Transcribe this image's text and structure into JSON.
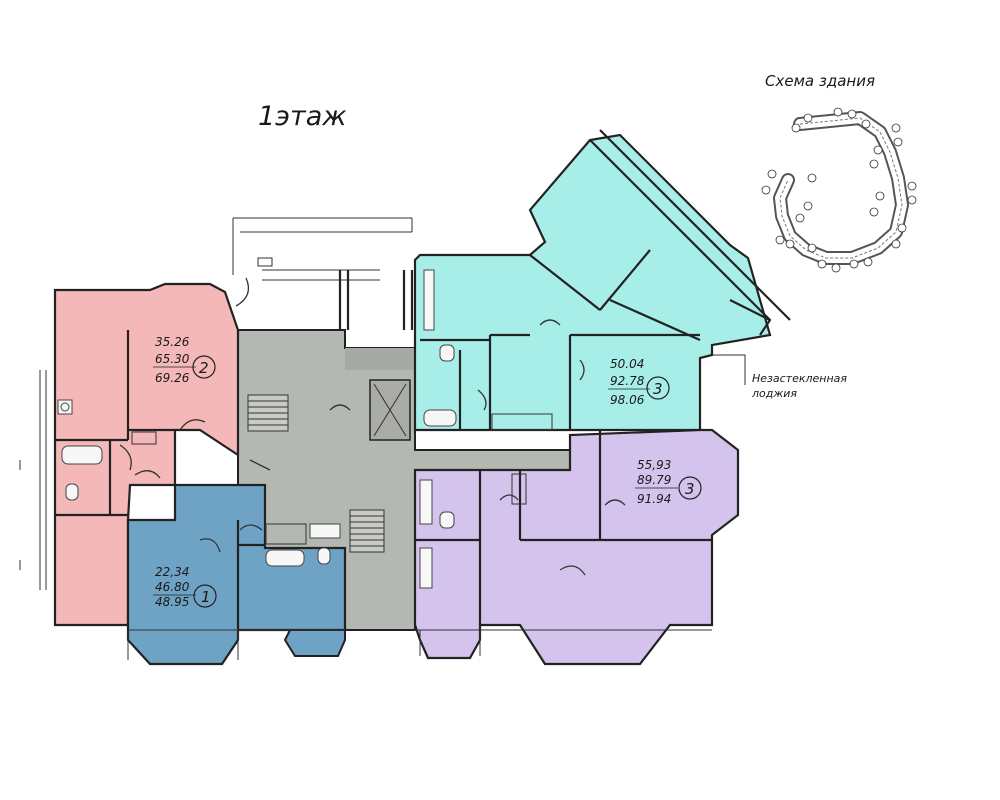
{
  "floor_title": "1этаж",
  "scheme": {
    "title": "Схема здания"
  },
  "loggia_label": {
    "line1": "Незастекленная",
    "line2": "лоджия"
  },
  "colors": {
    "pink": "#f4b8b8",
    "blue": "#6fa3c6",
    "teal": "#a8eee8",
    "lilac": "#d4c3ec",
    "common": "#b4b8b2"
  },
  "apartments": [
    {
      "id": "apt-2-pink",
      "rooms": "2",
      "living": "35.26",
      "total": "65.30",
      "total_with_loggia": "69.26"
    },
    {
      "id": "apt-1-blue",
      "rooms": "1",
      "living": "22,34",
      "total": "46.80",
      "total_with_loggia": "48.95"
    },
    {
      "id": "apt-3-teal",
      "rooms": "3",
      "living": "50.04",
      "total": "92.78",
      "total_with_loggia": "98.06"
    },
    {
      "id": "apt-3-lilac",
      "rooms": "3",
      "living": "55,93",
      "total": "89.79",
      "total_with_loggia": "91.94"
    }
  ]
}
